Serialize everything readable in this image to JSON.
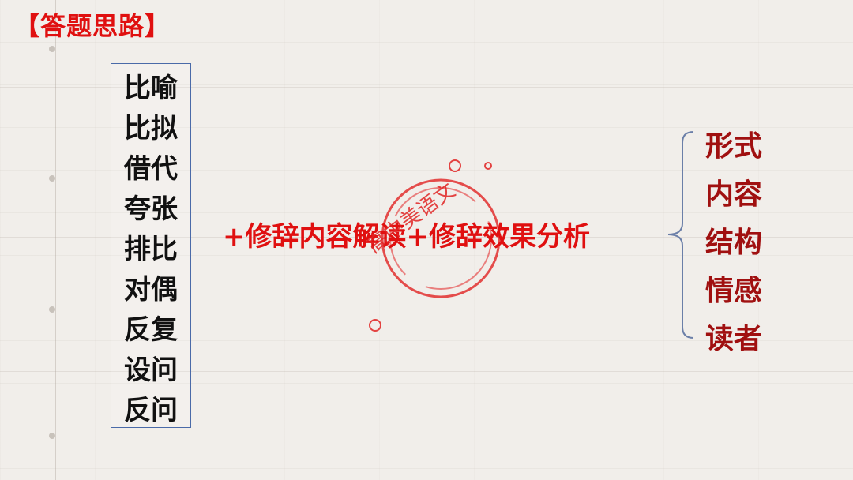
{
  "title": "【答题思路】",
  "devices": {
    "left": [
      "比喻",
      "比拟",
      "借代",
      "夸张",
      "排比",
      "对偶",
      "反复",
      "设问",
      "反问"
    ]
  },
  "center": {
    "formula": "+修辞内容解读+修辞效果分析"
  },
  "aspects": [
    "形式",
    "内容",
    "结构",
    "情感",
    "读者"
  ],
  "watermark": {
    "text": "高中美语文"
  },
  "colors": {
    "accent_red": "#e01010",
    "dark_red": "#a01010",
    "box_border": "#4a6aa8",
    "background": "#f1eeea"
  }
}
